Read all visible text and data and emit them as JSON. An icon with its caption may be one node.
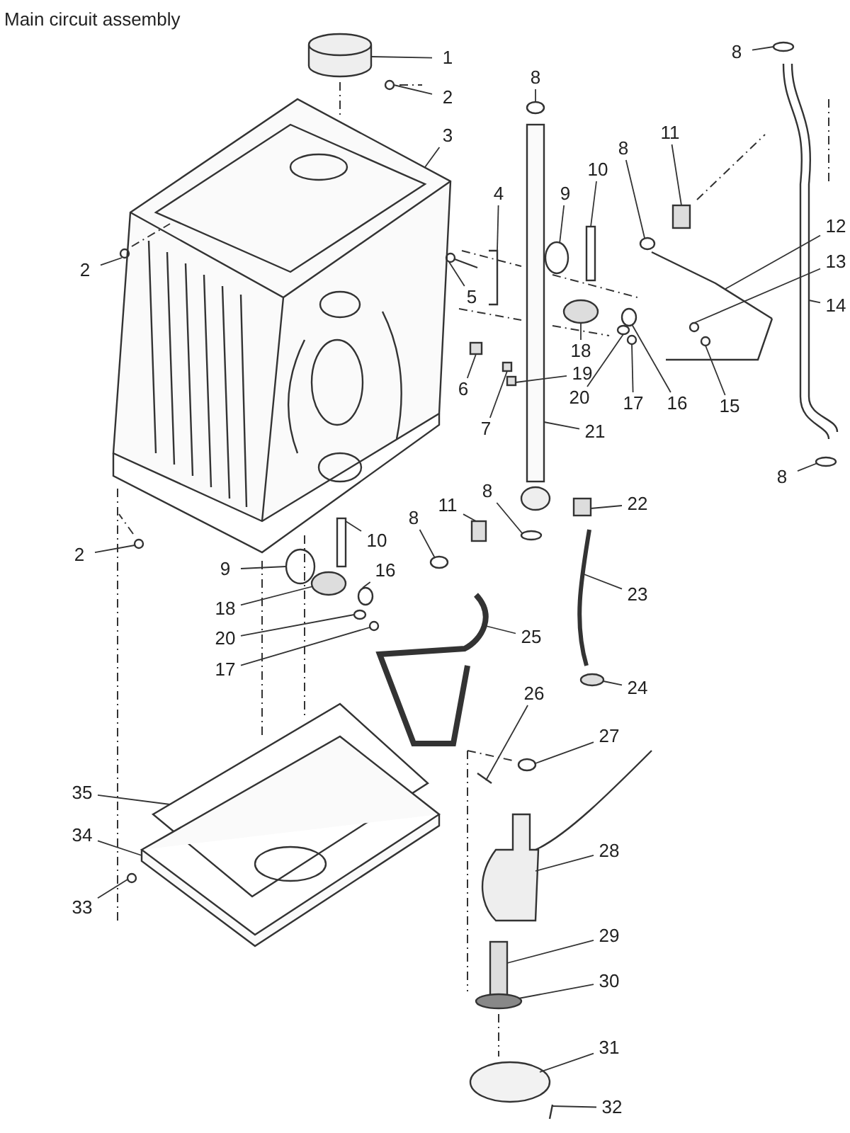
{
  "diagram": {
    "title": "Main circuit assembly",
    "nodes": [
      {
        "text": [
          "1"
        ]
      },
      {
        "text": [
          "2"
        ]
      },
      {
        "text": [
          "3"
        ]
      },
      {
        "text": [
          "2"
        ]
      },
      {
        "text": [
          "8"
        ]
      },
      {
        "text": [
          "8"
        ]
      },
      {
        "text": [
          "4"
        ]
      },
      {
        "text": [
          "9"
        ]
      },
      {
        "text": [
          "10"
        ]
      },
      {
        "text": [
          "8"
        ]
      },
      {
        "text": [
          "11"
        ]
      },
      {
        "text": [
          "12"
        ]
      },
      {
        "text": [
          "13"
        ]
      },
      {
        "text": [
          "5"
        ]
      },
      {
        "text": [
          "14"
        ]
      },
      {
        "text": [
          "18"
        ]
      },
      {
        "text": [
          "19"
        ]
      },
      {
        "text": [
          "6"
        ]
      },
      {
        "text": [
          "20"
        ]
      },
      {
        "text": [
          "17"
        ]
      },
      {
        "text": [
          "16"
        ]
      },
      {
        "text": [
          "15"
        ]
      },
      {
        "text": [
          "7"
        ]
      },
      {
        "text": [
          "21"
        ]
      },
      {
        "text": [
          "8"
        ]
      },
      {
        "text": [
          "8"
        ]
      },
      {
        "text": [
          "11"
        ]
      },
      {
        "text": [
          "8"
        ]
      },
      {
        "text": [
          "22"
        ]
      },
      {
        "text": [
          "10"
        ]
      },
      {
        "text": [
          "2"
        ]
      },
      {
        "text": [
          "9"
        ]
      },
      {
        "text": [
          "16"
        ]
      },
      {
        "text": [
          "18"
        ]
      },
      {
        "text": [
          "23"
        ]
      },
      {
        "text": [
          "20"
        ]
      },
      {
        "text": [
          "25"
        ]
      },
      {
        "text": [
          "17"
        ]
      },
      {
        "text": [
          "24"
        ]
      },
      {
        "text": [
          "26"
        ]
      },
      {
        "text": [
          "27"
        ]
      },
      {
        "text": [
          "35"
        ]
      },
      {
        "text": [
          "34"
        ]
      },
      {
        "text": [
          "28"
        ]
      },
      {
        "text": [
          "33"
        ]
      },
      {
        "text": [
          "29"
        ]
      },
      {
        "text": [
          "30"
        ]
      },
      {
        "text": [
          "31"
        ]
      },
      {
        "text": [
          "32"
        ]
      },
      {
        "text": [],
        "shape": "cylinder"
      },
      {
        "text": [],
        "shape": "circle"
      },
      {
        "text": [],
        "shape": "picture"
      },
      {
        "text": [],
        "shape": "circle"
      },
      {
        "text": [],
        "shape": "circle"
      },
      {
        "text": [],
        "shape": "circle"
      },
      {
        "text": [],
        "shape": "bar"
      },
      {
        "text": [],
        "shape": "circle"
      },
      {
        "text": [],
        "shape": "box"
      },
      {
        "text": [],
        "shape": "circle"
      },
      {
        "text": [],
        "shape": "box"
      },
      {
        "text": [],
        "shape": "bar"
      },
      {
        "text": [],
        "shape": "circle"
      },
      {
        "text": [],
        "shape": "bar"
      },
      {
        "text": [],
        "shape": "bar"
      },
      {
        "text": [],
        "shape": "circle"
      },
      {
        "text": [],
        "shape": "box"
      },
      {
        "text": [],
        "shape": "box"
      },
      {
        "text": [],
        "shape": "circle"
      },
      {
        "text": [],
        "shape": "circle"
      },
      {
        "text": [],
        "shape": "circle"
      },
      {
        "text": [],
        "shape": "circle"
      },
      {
        "text": [],
        "shape": "box"
      },
      {
        "text": [],
        "shape": "box"
      },
      {
        "text": [],
        "shape": "circle"
      },
      {
        "text": [],
        "shape": "circle"
      },
      {
        "text": [],
        "shape": "box"
      },
      {
        "text": [],
        "shape": "circle"
      },
      {
        "text": [],
        "shape": "box"
      },
      {
        "text": [],
        "shape": "box"
      },
      {
        "text": [],
        "shape": "circle"
      },
      {
        "text": [],
        "shape": "circle"
      },
      {
        "text": [],
        "shape": "circle"
      },
      {
        "text": [],
        "shape": "circle"
      },
      {
        "text": [],
        "shape": "bar"
      },
      {
        "text": [],
        "shape": "circle"
      },
      {
        "text": [],
        "shape": "bar"
      },
      {
        "text": [],
        "shape": "circle"
      },
      {
        "text": [],
        "shape": "circle"
      },
      {
        "text": [],
        "shape": "bar"
      },
      {
        "text": [],
        "shape": "circle"
      },
      {
        "text": [],
        "shape": "bar"
      },
      {
        "text": [],
        "shape": "picture"
      },
      {
        "text": [],
        "shape": "picture"
      },
      {
        "text": [],
        "shape": "circle"
      },
      {
        "text": [],
        "shape": "box"
      },
      {
        "text": [],
        "shape": "circle"
      },
      {
        "text": [],
        "shape": "circle"
      },
      {
        "text": [],
        "shape": "bar"
      }
    ],
    "edges": [
      {
        "from": 0,
        "to": 49,
        "arrow": "none"
      },
      {
        "from": 1,
        "to": 50,
        "arrow": "none"
      },
      {
        "from": 2,
        "to": 51,
        "arrow": "none"
      },
      {
        "from": 3,
        "to": 52,
        "arrow": "none"
      },
      {
        "from": 4,
        "to": 53,
        "arrow": "none"
      },
      {
        "from": 5,
        "to": 54,
        "arrow": "none"
      },
      {
        "from": 6,
        "to": 55,
        "arrow": "none"
      },
      {
        "from": 7,
        "to": 56,
        "arrow": "none"
      },
      {
        "from": 8,
        "to": 57,
        "arrow": "none"
      },
      {
        "from": 9,
        "to": 58,
        "arrow": "none"
      },
      {
        "from": 10,
        "to": 59,
        "arrow": "none"
      },
      {
        "from": 11,
        "to": 60,
        "arrow": "none"
      },
      {
        "from": 12,
        "to": 61,
        "arrow": "none"
      },
      {
        "from": 13,
        "to": 62,
        "arrow": "none"
      },
      {
        "from": 14,
        "to": 63,
        "arrow": "none"
      },
      {
        "from": 15,
        "to": 64,
        "arrow": "none"
      },
      {
        "from": 16,
        "to": 65,
        "arrow": "none"
      },
      {
        "from": 17,
        "to": 66,
        "arrow": "none"
      },
      {
        "from": 18,
        "to": 67,
        "arrow": "none"
      },
      {
        "from": 19,
        "to": 68,
        "arrow": "none"
      },
      {
        "from": 20,
        "to": 69,
        "arrow": "none"
      },
      {
        "from": 21,
        "to": 70,
        "arrow": "none"
      },
      {
        "from": 22,
        "to": 71,
        "arrow": "none"
      },
      {
        "from": 23,
        "to": 72,
        "arrow": "none"
      },
      {
        "from": 24,
        "to": 73,
        "arrow": "none"
      },
      {
        "from": 25,
        "to": 74,
        "arrow": "none"
      },
      {
        "from": 26,
        "to": 75,
        "arrow": "none"
      },
      {
        "from": 27,
        "to": 76,
        "arrow": "none"
      },
      {
        "from": 28,
        "to": 77,
        "arrow": "none"
      },
      {
        "from": 29,
        "to": 78,
        "arrow": "none"
      },
      {
        "from": 30,
        "to": 79,
        "arrow": "none"
      },
      {
        "from": 31,
        "to": 80,
        "arrow": "none"
      },
      {
        "from": 32,
        "to": 81,
        "arrow": "none"
      },
      {
        "from": 33,
        "to": 82,
        "arrow": "none"
      },
      {
        "from": 34,
        "to": 83,
        "arrow": "none"
      },
      {
        "from": 35,
        "to": 84,
        "arrow": "none"
      },
      {
        "from": 36,
        "to": 85,
        "arrow": "none"
      },
      {
        "from": 37,
        "to": 86,
        "arrow": "none"
      },
      {
        "from": 38,
        "to": 87,
        "arrow": "none"
      },
      {
        "from": 39,
        "to": 88,
        "arrow": "none"
      },
      {
        "from": 40,
        "to": 89,
        "arrow": "none"
      },
      {
        "from": 41,
        "to": 90,
        "arrow": "none"
      },
      {
        "from": 42,
        "to": 91,
        "arrow": "none"
      },
      {
        "from": 43,
        "to": 92,
        "arrow": "none"
      },
      {
        "from": 44,
        "to": 93,
        "arrow": "none"
      },
      {
        "from": 45,
        "to": 94,
        "arrow": "none"
      },
      {
        "from": 46,
        "to": 95,
        "arrow": "none"
      },
      {
        "from": 47,
        "to": 96,
        "arrow": "none"
      },
      {
        "from": 48,
        "to": 97,
        "arrow": "none"
      }
    ]
  }
}
